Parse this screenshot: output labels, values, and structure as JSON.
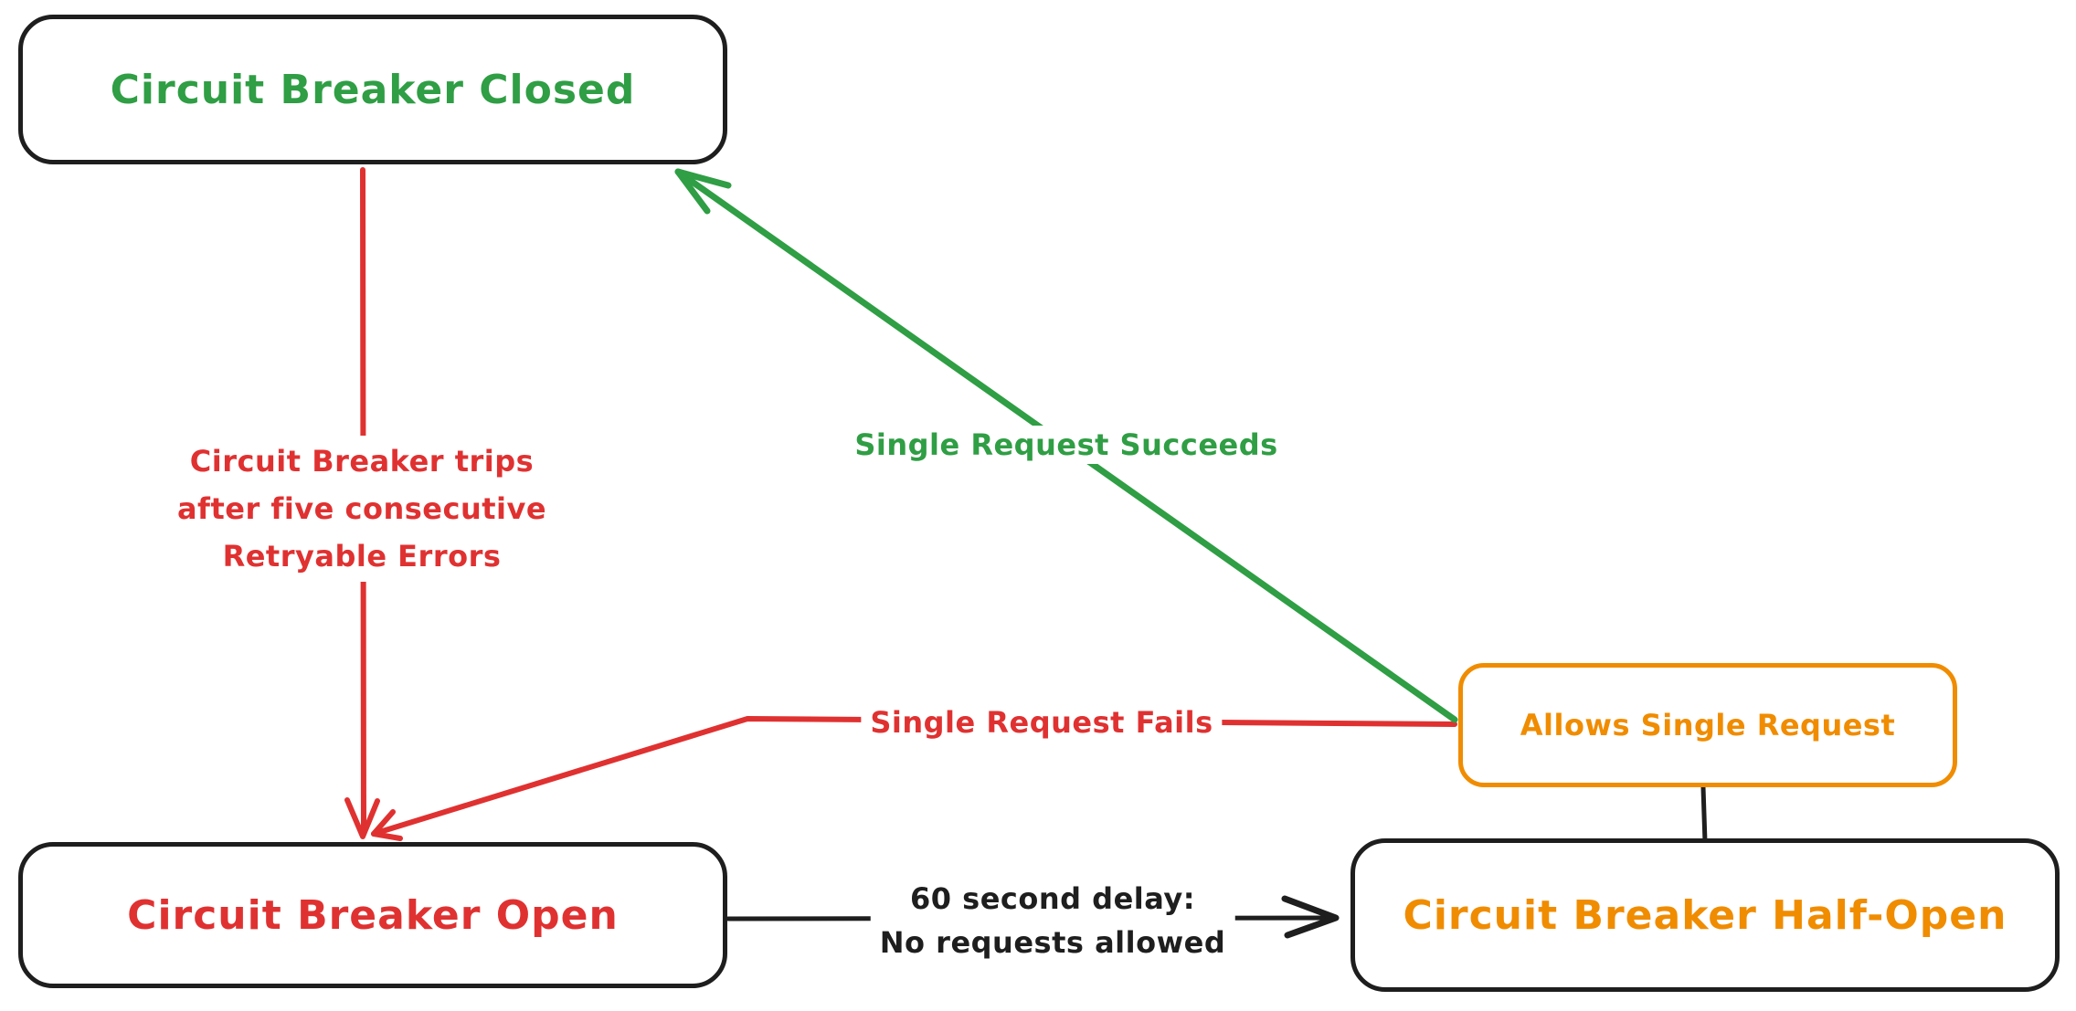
{
  "background": "#ffffff",
  "colors": {
    "green": "#2f9e44",
    "red": "#e03131",
    "orange": "#f08c00",
    "ink": "#1e1e1e"
  },
  "nodes": {
    "closed": {
      "label": "Circuit Breaker Closed",
      "text_color": "#2f9e44",
      "border_color": "#1e1e1e"
    },
    "open": {
      "label": "Circuit Breaker Open",
      "text_color": "#e03131",
      "border_color": "#1e1e1e"
    },
    "half_open": {
      "label": "Circuit Breaker Half-Open",
      "text_color": "#f08c00",
      "border_color": "#1e1e1e"
    },
    "allows_single_request": {
      "label": "Allows Single Request",
      "text_color": "#f08c00",
      "border_color": "#f08c00"
    }
  },
  "edges": {
    "closed_to_open": {
      "color": "#e03131",
      "label_line1": "Circuit Breaker trips",
      "label_line2": "after five consecutive",
      "label_line3": "Retryable Errors"
    },
    "half_open_to_closed": {
      "color": "#2f9e44",
      "label": "Single Request Succeeds"
    },
    "half_open_to_open": {
      "color": "#e03131",
      "label": "Single Request Fails"
    },
    "open_to_half_open": {
      "color": "#1e1e1e",
      "label_line1": "60 second delay:",
      "label_line2": "No requests allowed"
    },
    "allows_to_half_open": {
      "color": "#1e1e1e"
    }
  }
}
